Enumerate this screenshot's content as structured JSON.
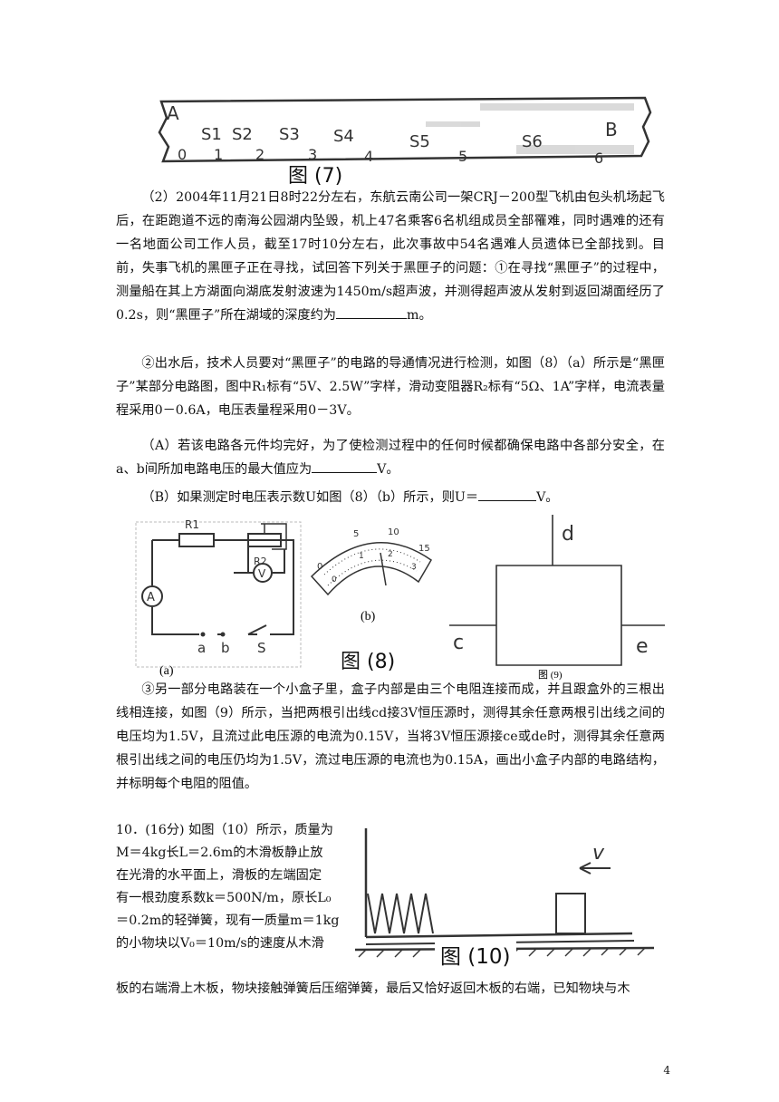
{
  "fig7": {
    "caption": "图 (7)",
    "label_a": "A",
    "label_b": "B",
    "points": [
      "S1",
      "S2",
      "S3",
      "S4",
      "S5",
      "S6"
    ],
    "numbers": [
      "0",
      "1",
      "2",
      "3",
      "4",
      "5",
      "6"
    ]
  },
  "para_2": {
    "text": "（2）2004年11月21日8时22分左右，东航云南公司一架CRJ－200型飞机由包头机场起飞后，在距跑道不远的南海公园湖内坠毁，机上47名乘客6名机组成员全部罹难，同时遇难的还有一名地面公司工作人员，截至17时10分左右，此次事故中54名遇难人员遗体已全部找到。目前，失事飞机的黑匣子正在寻找，试回答下列关于黑匣子的问题：①在寻找“黑匣子”的过程中，测量船在其上方湖面向湖底发射波速为1450m/s超声波，并测得超声波从发射到返回湖面经历了0.2s，则“黑匣子”所在湖域的深度约为",
    "unit": "m。"
  },
  "para_circle2": {
    "text": "②出水后，技术人员要对“黑匣子”的电路的导通情况进行检测，如图（8）（a）所示是“黑匣子”某部分电路图，图中R₁标有“5V、2.5W”字样，滑动变阻器R₂标有“5Ω、1A”字样，电流表量程采用0－0.6A，电压表量程采用0－3V。"
  },
  "para_A": {
    "text": "（A）若该电路各元件均完好，为了使检测过程中的任何时候都确保电路中各部分安全，在a、b间所加电路电压的最大值应为",
    "unit": "V。"
  },
  "para_B": {
    "text": "（B）如果测定时电压表示数U如图（8）（b）所示，则U＝",
    "unit": "V。"
  },
  "fig8": {
    "caption": "图 (8)",
    "sub_a": "(a)",
    "sub_b": "(b)",
    "r1": "R1",
    "r2": "R2",
    "ammeter": "A",
    "voltmeter": "V",
    "a": "a",
    "b": "b",
    "s": "S",
    "scale_top": [
      "0",
      "5",
      "10",
      "15"
    ],
    "scale_bottom": [
      "0",
      "1",
      "2",
      "3"
    ]
  },
  "fig9": {
    "caption": "图 (9)",
    "c": "c",
    "d": "d",
    "e": "e"
  },
  "para_circle3": {
    "text": "③另一部分电路装在一个小盒子里，盒子内部是由三个电阻连接而成，并且跟盒外的三根出线相连接，如图（9）所示，当把两根引出线cd接3V恒压源时，测得其余任意两根引出线之间的电压均为1.5V，且流过此电压源的电流为0.15V，当将3V恒压源接ce或de时，测得其余任意两根引出线之间的电压仍均为1.5V，流过电压源的电流也为0.15A，画出小盒子内部的电路结构，并标明每个电阻的阻值。"
  },
  "q10": {
    "lines": [
      "10．(16分) 如图（10）所示，质量为",
      "M＝4kg长L＝2.6m的木滑板静止放",
      "在光滑的水平面上，滑板的左端固定",
      "有一根劲度系数k＝500N/m，原长L₀",
      "＝0.2m的轻弹簧，现有一质量m＝1kg",
      "的小物块以V₀＝10m/s的速度从木滑"
    ],
    "last_line": "板的右端滑上木板，物块接触弹簧后压缩弹簧，最后又恰好返回木板的右端，已知物块与木"
  },
  "fig10": {
    "caption": "图 (10)",
    "v": "v"
  },
  "page_number": "4"
}
